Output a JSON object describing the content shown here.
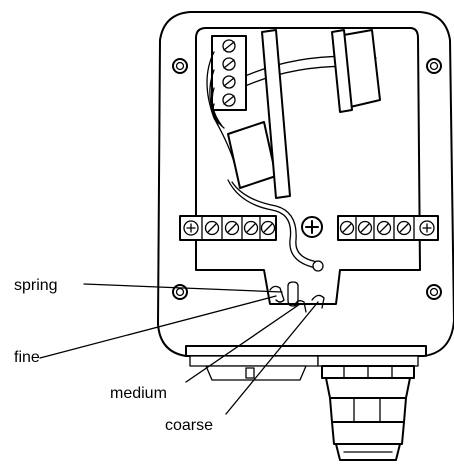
{
  "labels": {
    "spring": "spring",
    "fine": "fine",
    "medium": "medium",
    "coarse": "coarse"
  }
}
